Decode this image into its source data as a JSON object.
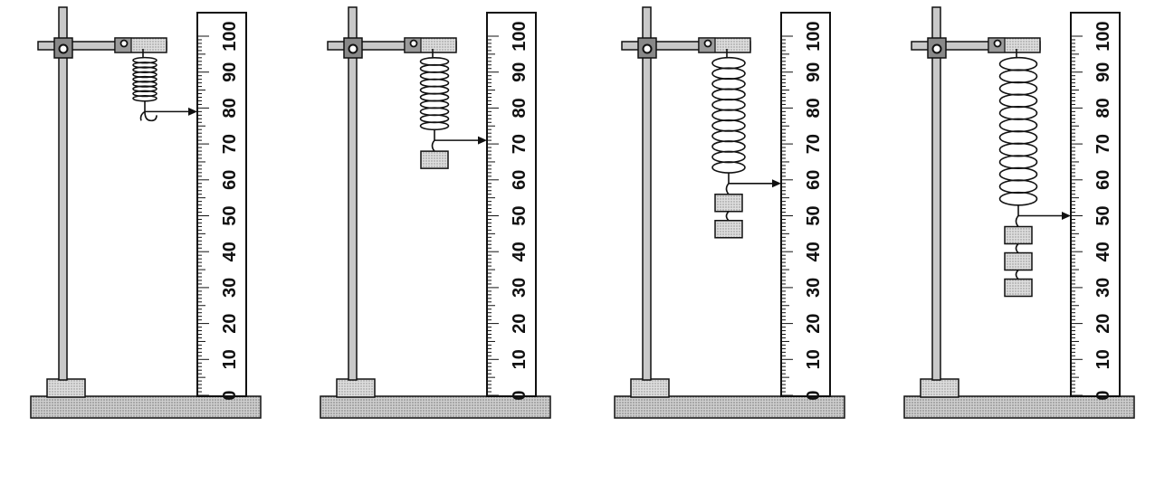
{
  "figure": {
    "ruler": {
      "min": 0,
      "max": 100,
      "major_step": 10,
      "tick_labels": [
        "0",
        "10",
        "20",
        "30",
        "40",
        "50",
        "60",
        "70",
        "80",
        "90",
        "100"
      ]
    },
    "setups": [
      {
        "masses": 0,
        "pointer_reading": 79
      },
      {
        "masses": 1,
        "pointer_reading": 71
      },
      {
        "masses": 2,
        "pointer_reading": 59
      },
      {
        "masses": 3,
        "pointer_reading": 50
      }
    ],
    "colors": {
      "ink": "#111111",
      "metal_fill": "#c9c9c9",
      "base_fill": "#d6d6d6",
      "ruler_fill": "#ffffff"
    }
  }
}
